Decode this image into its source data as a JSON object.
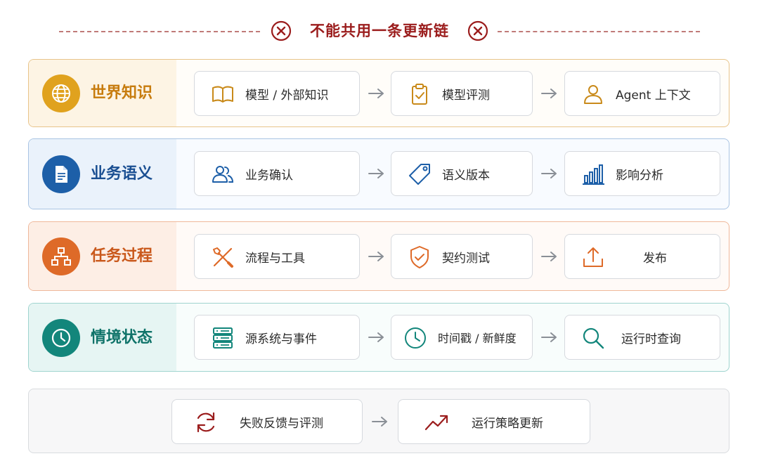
{
  "header": {
    "title": "不能共用一条更新链",
    "left_icon": "x-circle-icon",
    "right_icon": "x-circle-icon",
    "color": "#9b1d1d"
  },
  "rows": [
    {
      "title": "世界知识",
      "icon": "globe-icon",
      "accent": "#e0a21e",
      "steps": [
        {
          "label": "模型 / 外部知识",
          "icon": "book-icon"
        },
        {
          "label": "模型评测",
          "icon": "clipboard-check-icon"
        },
        {
          "label": "Agent 上下文",
          "icon": "user-icon"
        }
      ]
    },
    {
      "title": "业务语义",
      "icon": "document-icon",
      "accent": "#1d5fa8",
      "steps": [
        {
          "label": "业务确认",
          "icon": "users-icon"
        },
        {
          "label": "语义版本",
          "icon": "tag-icon"
        },
        {
          "label": "影响分析",
          "icon": "bar-chart-icon"
        }
      ]
    },
    {
      "title": "任务过程",
      "icon": "flowchart-icon",
      "accent": "#de6a28",
      "steps": [
        {
          "label": "流程与工具",
          "icon": "tools-icon"
        },
        {
          "label": "契约测试",
          "icon": "shield-check-icon"
        },
        {
          "label": "发布",
          "icon": "upload-icon"
        }
      ]
    },
    {
      "title": "情境状态",
      "icon": "clock-icon",
      "accent": "#13867b",
      "steps": [
        {
          "label": "源系统与事件",
          "icon": "server-icon"
        },
        {
          "label": "时间戳 / 新鲜度",
          "icon": "clock-icon"
        },
        {
          "label": "运行时查询",
          "icon": "search-icon"
        }
      ]
    }
  ],
  "feedback": {
    "steps": [
      {
        "label": "失败反馈与评测",
        "icon": "refresh-icon"
      },
      {
        "label": "运行策略更新",
        "icon": "trend-up-icon"
      }
    ],
    "accent": "#9b1d1d"
  }
}
